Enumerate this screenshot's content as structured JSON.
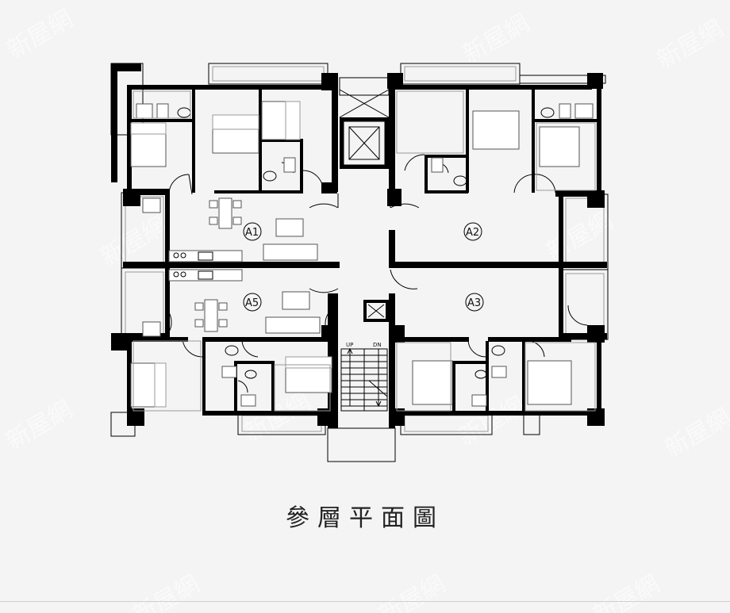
{
  "units": [
    "A1",
    "A2",
    "A5",
    "A3"
  ],
  "stairs": {
    "up": "UP",
    "down": "DN"
  },
  "caption": "參層平面圖",
  "watermark": "新屋網"
}
